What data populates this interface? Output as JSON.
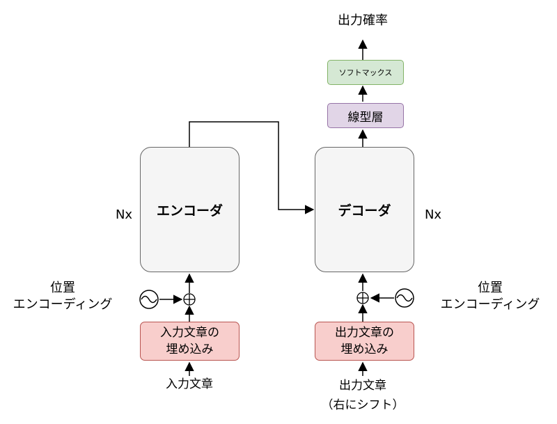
{
  "colors": {
    "stack_fill": "#f5f5f5",
    "stack_border": "#666666",
    "embedding_fill": "#f8cecc",
    "embedding_border": "#b85450",
    "linear_fill": "#e1d5e7",
    "linear_border": "#9673a6",
    "softmax_fill": "#d5e8d4",
    "softmax_border": "#82b366",
    "line": "#000000"
  },
  "output_probability": "出力確率",
  "softmax": "ソフトマックス",
  "linear": "線型層",
  "encoder": {
    "label": "エンコーダ",
    "repeat": "Nx"
  },
  "decoder": {
    "label": "デコーダ",
    "repeat": "Nx"
  },
  "positional_encoding_left": "位置\nエンコーディング",
  "positional_encoding_right": "位置\nエンコーディング",
  "input_embedding": "入力文章の\n埋め込み",
  "output_embedding": "出力文章の\n埋め込み",
  "input_text": "入力文章",
  "output_text": "出力文章\n（右にシフト）"
}
